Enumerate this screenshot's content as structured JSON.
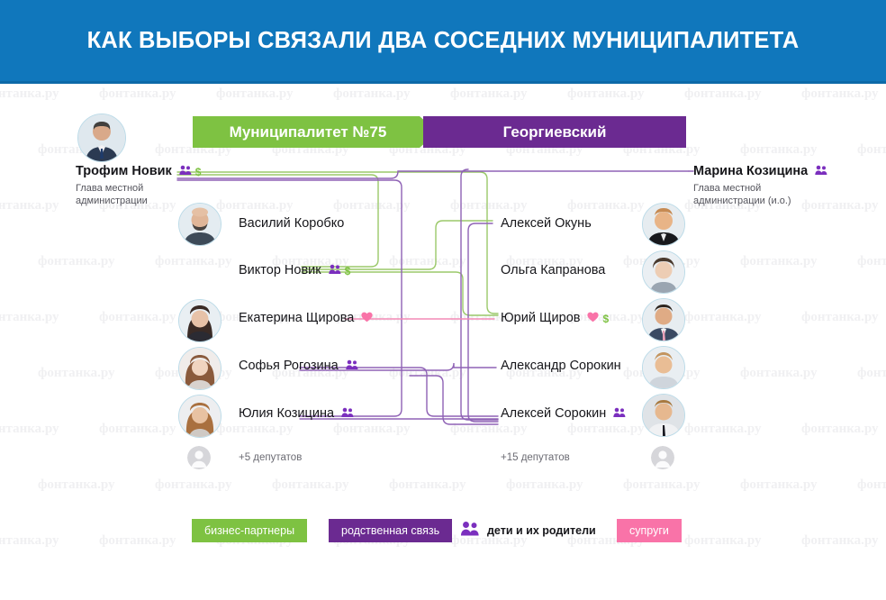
{
  "header": {
    "title": "КАК ВЫБОРЫ СВЯЗАЛИ ДВА СОСЕДНИХ МУНИЦИПАЛИТЕТА",
    "bg_color": "#1077bc"
  },
  "banner": {
    "left_label": "Муниципалитет №75",
    "right_label": "Георгиевский",
    "left_color": "#7ec242",
    "right_color": "#6b2a91"
  },
  "colors": {
    "business": "#7ec242",
    "family": "#6b2a91",
    "spouse": "#f973a8",
    "kids_icon": "#7b2fbe",
    "money_icon": "#7ec242",
    "text": "#16161a",
    "muted": "#54545c"
  },
  "left_column": {
    "head": {
      "name": "Трофим Новик",
      "role": "Глава местной\nадминистрации",
      "icons": [
        "kids-icon",
        "money-icon"
      ],
      "has_avatar": true
    },
    "members": [
      {
        "name": "Василий Коробко",
        "icons": [],
        "has_avatar": true
      },
      {
        "name": "Виктор Новик",
        "icons": [
          "kids-icon",
          "money-icon"
        ],
        "has_avatar": false
      },
      {
        "name": "Екатерина Щирова",
        "icons": [
          "heart-icon"
        ],
        "has_avatar": true
      },
      {
        "name": "Софья Рогозина",
        "icons": [
          "kids-icon"
        ],
        "has_avatar": true
      },
      {
        "name": "Юлия Козицина",
        "icons": [
          "kids-icon"
        ],
        "has_avatar": true
      }
    ],
    "extra_deputies": "+5 депутатов"
  },
  "right_column": {
    "head": {
      "name": "Марина Козицина",
      "role": "Глава местной\nадминистрации (и.о.)",
      "icons": [
        "kids-icon"
      ],
      "has_avatar": false
    },
    "members": [
      {
        "name": "Алексей Окунь",
        "icons": [],
        "has_avatar": true
      },
      {
        "name": "Ольга Капранова",
        "icons": [],
        "has_avatar": true
      },
      {
        "name": "Юрий Щиров",
        "icons": [
          "heart-icon",
          "money-icon"
        ],
        "has_avatar": true
      },
      {
        "name": "Александр Сорокин",
        "icons": [],
        "has_avatar": true
      },
      {
        "name": "Алексей Сорокин",
        "icons": [
          "kids-icon"
        ],
        "has_avatar": true
      }
    ],
    "extra_deputies": "+15 депутатов"
  },
  "legend": {
    "business": "бизнес-партнеры",
    "family": "родственная связь",
    "kids": "дети и их родители",
    "spouse": "супруги"
  },
  "watermark": {
    "text": "фонтанка.ру"
  }
}
